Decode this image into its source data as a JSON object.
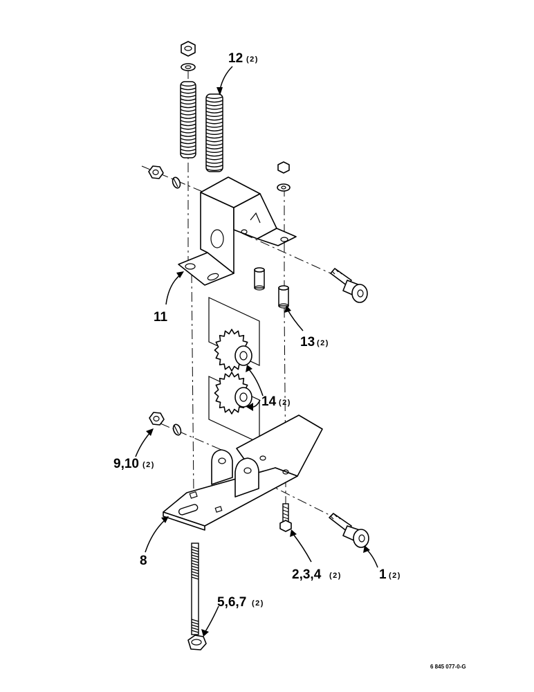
{
  "callouts": [
    {
      "id": "c12",
      "num": "12",
      "qty": "(2)"
    },
    {
      "id": "c11",
      "num": "11",
      "qty": ""
    },
    {
      "id": "c13",
      "num": "13",
      "qty": "(2)"
    },
    {
      "id": "c14",
      "num": "14",
      "qty": "(2)"
    },
    {
      "id": "c910",
      "num": "9,10",
      "qty": "(2)"
    },
    {
      "id": "c8",
      "num": "8",
      "qty": ""
    },
    {
      "id": "c234",
      "num": "2,3,4",
      "qty": "(2)"
    },
    {
      "id": "c1",
      "num": "1",
      "qty": "(2)"
    },
    {
      "id": "c567",
      "num": "5,6,7",
      "qty": "(2)"
    }
  ],
  "figure_ref": "6 845 077-0-G"
}
